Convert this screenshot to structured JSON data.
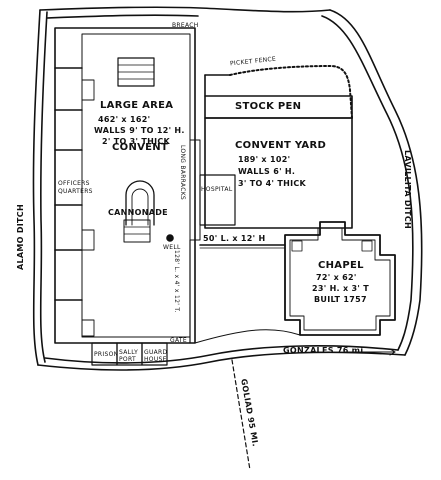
{
  "labels": {
    "breach": "BREACH",
    "picket_fence": "PICKET FENCE",
    "large_area": "LARGE AREA",
    "large_area_size": "462' x 162'",
    "large_area_walls": "WALLS 9' TO 12' H.",
    "large_area_thick": "2' TO 3' THICK",
    "convent": "CONVENT",
    "stock_pen": "STOCK PEN",
    "convent_yard": "CONVENT YARD",
    "convent_yard_size": "189' x 102'",
    "convent_yard_walls": "WALLS 6' H.",
    "convent_yard_thick": "3' TO 4' THICK",
    "officers_quarters_1": "OFFICERS",
    "officers_quarters_2": "QUARTERS",
    "cannonade": "CANNONADE",
    "well": "WELL",
    "hospital": "HOSPITAL",
    "barracks": "LONG BARRACKS",
    "wall_50": "50' L. x 12' H",
    "chapel": "CHAPEL",
    "chapel_size": "72' x 62'",
    "chapel_walls": "23' H. x 3' T",
    "chapel_built": "BUILT 1757",
    "south_wall": "128' L. x 4' x 12' T.",
    "gate": "GATE",
    "prison": "PRISON",
    "sally_port": "SALLY PORT",
    "guard_house": "GUARD HOUSE",
    "alamo_ditch": "ALAMO DITCH",
    "lavillita_ditch": "LAVILLITA DITCH",
    "gonzales": "GONZALES 76 mi.",
    "goliad": "GOLIAD 95 MI."
  },
  "colors": {
    "ink": "#111111",
    "paper": "#ffffff"
  }
}
